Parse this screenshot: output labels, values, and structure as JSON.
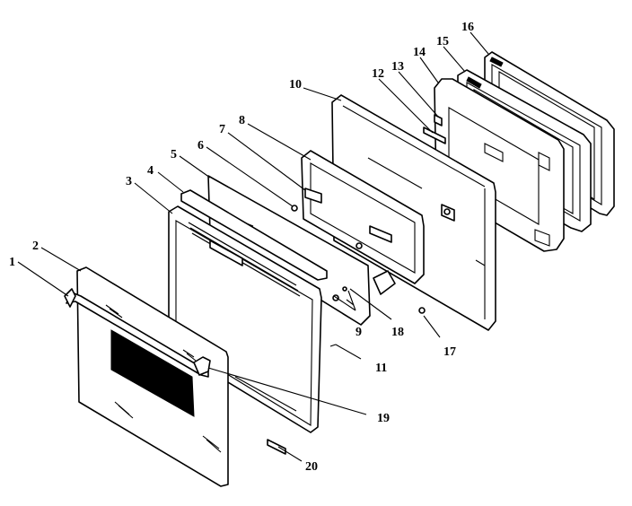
{
  "diagram": {
    "type": "exploded-parts",
    "callouts": [
      "1",
      "2",
      "3",
      "4",
      "5",
      "6",
      "7",
      "8",
      "9",
      "10",
      "11",
      "12",
      "13",
      "14",
      "15",
      "16",
      "17",
      "18",
      "19",
      "20"
    ]
  }
}
